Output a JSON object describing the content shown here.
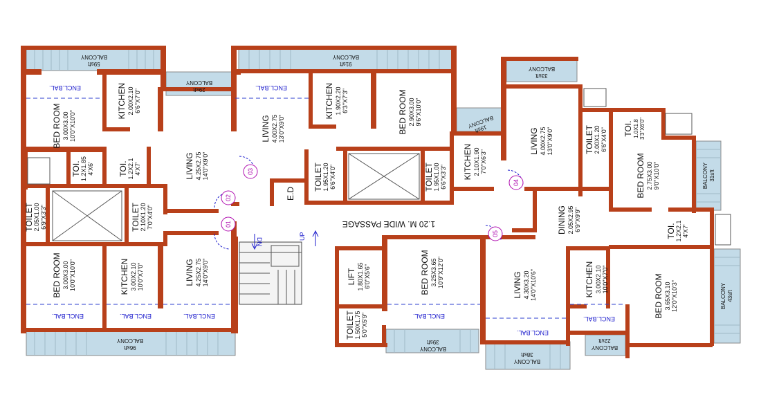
{
  "passage": "1.20 M. WIDE PASSAGE",
  "stairs": {
    "down": "DN",
    "up": "UP"
  },
  "flat_numbers": [
    "01",
    "02",
    "03",
    "04",
    "05"
  ],
  "encl_label": "ENCL.BAL.",
  "ed": "E.D",
  "balconies": [
    {
      "name": "BALCONY",
      "area": "59sft"
    },
    {
      "name": "BALCONY",
      "area": "91sft"
    },
    {
      "name": "BALCONY",
      "area": "29sft"
    },
    {
      "name": "BALCONY",
      "area": "33sft"
    },
    {
      "name": "BALCONY",
      "area": "19sft"
    },
    {
      "name": "BALCONY",
      "area": "31sft"
    },
    {
      "name": "BALCONY",
      "area": "43sft"
    },
    {
      "name": "BALCONY",
      "area": "96sft"
    },
    {
      "name": "BALCONY",
      "area": "39sft"
    },
    {
      "name": "BALCONY",
      "area": "38sft"
    },
    {
      "name": "BALCONY",
      "area": "22sft"
    }
  ],
  "rooms": {
    "bed1": {
      "name": "BED ROOM",
      "metric": "3.00X3.00",
      "imperial": "10'0\"X10'0\""
    },
    "kit1": {
      "name": "KITCHEN",
      "metric": "2.00X2.10",
      "imperial": "6'6\"X7'0\""
    },
    "liv1": {
      "name": "LIVING",
      "metric": "4.25X2.75",
      "imperial": "14'0\"X9'0\""
    },
    "toi1": {
      "name": "TOI.",
      "metric": "1.2X1.85",
      "imperial": "4'X6'"
    },
    "toi2": {
      "name": "TOI.",
      "metric": "1.2X2.1",
      "imperial": "4'X7'"
    },
    "toilet3": {
      "name": "TOILET",
      "metric": "2.05X1.00",
      "imperial": "6'9\"X3'3\""
    },
    "toilet4": {
      "name": "TOILET",
      "metric": "2.10X1.20",
      "imperial": "7'0\"X4'0\""
    },
    "bed2": {
      "name": "BED ROOM",
      "metric": "3.00X3.00",
      "imperial": "10'0\"X10'0\""
    },
    "kit2": {
      "name": "KITCHEN",
      "metric": "3.00X2.10",
      "imperial": "10'0\"X7'0\""
    },
    "liv2": {
      "name": "LIVING",
      "metric": "4.25X2.75",
      "imperial": "14'0\"X9'0\""
    },
    "liv3": {
      "name": "LIVING",
      "metric": "4.00X2.75",
      "imperial": "13'0\"X9'0\""
    },
    "kit3": {
      "name": "KITCHEN",
      "metric": "1.90X2.20",
      "imperial": "6'3\"X7'3\""
    },
    "bed3": {
      "name": "BED ROOM",
      "metric": "2.90X3.00",
      "imperial": "9'6\"X10'0\""
    },
    "toilet5": {
      "name": "TOILET",
      "metric": "1.95X1.20",
      "imperial": "6'6\"X4'0\""
    },
    "toilet6": {
      "name": "TOILET",
      "metric": "1.95X1.00",
      "imperial": "6'6\"X3'3\""
    },
    "kit4": {
      "name": "KITCHEN",
      "metric": "2.10X1.90",
      "imperial": "7'0\"X6'3\""
    },
    "liv4": {
      "name": "LIVING",
      "metric": "4.00X2.75",
      "imperial": "13'0\"X9'0\""
    },
    "toilet7": {
      "name": "TOILET",
      "metric": "2.00X1.20",
      "imperial": "6'6\"X4'0\""
    },
    "toi8": {
      "name": "TOI.",
      "metric": "1.0X1.8",
      "imperial": "3'3\"X6'0\""
    },
    "bed4": {
      "name": "BED ROOM",
      "metric": "2.75X3.00",
      "imperial": "9'0\"X10'0\""
    },
    "dining": {
      "name": "DINING",
      "metric": "2.05X2.95",
      "imperial": "6'9\"X9'9\""
    },
    "toi9": {
      "name": "TOI.",
      "metric": "1.2X2.1",
      "imperial": "4'X7'"
    },
    "lift": {
      "name": "LIFT",
      "metric": "1.80X1.65",
      "imperial": "6'0\"X5'6\""
    },
    "toilet10": {
      "name": "TOILET",
      "metric": "1.50X1.75",
      "imperial": "5'0\"X5'9\""
    },
    "bed5": {
      "name": "BED ROOM",
      "metric": "3.25X3.65",
      "imperial": "10'9\"X12'0\""
    },
    "liv5": {
      "name": "LIVING",
      "metric": "4.30X3.20",
      "imperial": "14'0\"X10'6\""
    },
    "kit5": {
      "name": "KITCHEN",
      "metric": "3.00X2.10",
      "imperial": "10'0\"X7'0\""
    },
    "bed6": {
      "name": "BED ROOM",
      "metric": "3.65X3.10",
      "imperial": "12'0\"X10'3\""
    }
  }
}
